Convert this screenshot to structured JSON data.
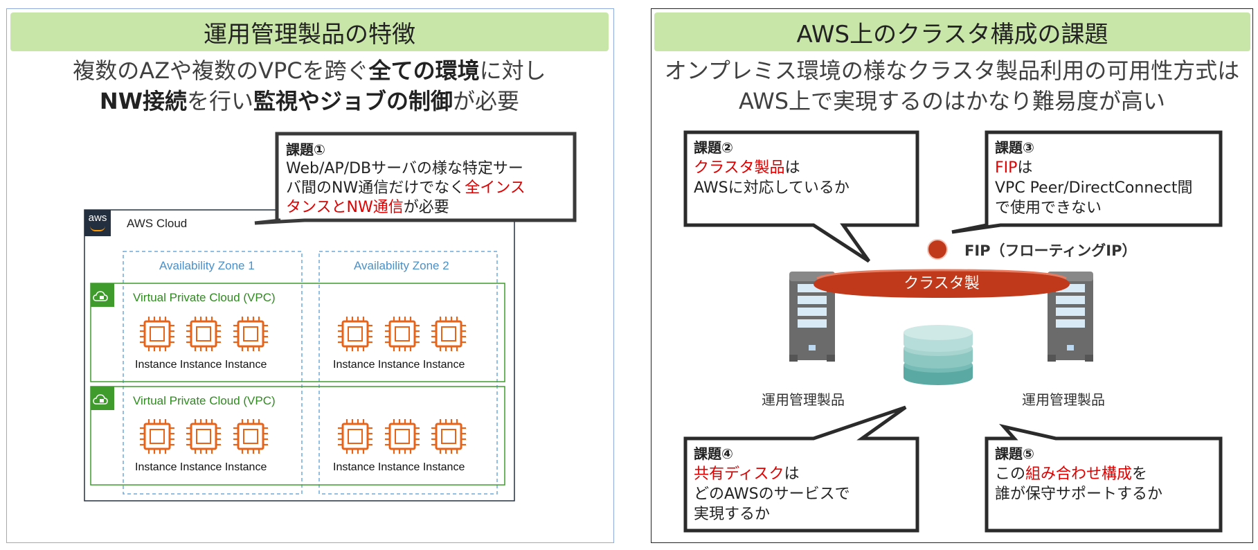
{
  "left": {
    "title": "運用管理製品の特徴",
    "desc": {
      "l1a": "複数のAZや複数のVPCを跨ぐ",
      "l1b": "全ての環境",
      "l1c": "に対し",
      "l2a": "NW接続",
      "l2b": "を行い",
      "l2c": "監視やジョブの制御",
      "l2d": "が必要"
    },
    "callout1": {
      "heading": "課題①",
      "line1": "Web/AP/DBサーバの様な特定サー",
      "line2a": "バ間のNW通信だけでなく",
      "line2b": "全インス",
      "line3a": "タンスとNW通信",
      "line3b": "が必要"
    },
    "aws": {
      "logo": "aws",
      "cloud_label": "AWS Cloud",
      "az1": "Availability Zone 1",
      "az2": "Availability Zone 2",
      "vpc_label": "Virtual Private Cloud (VPC)",
      "instances_label": "Instance Instance Instance"
    }
  },
  "right": {
    "title": "AWS上のクラスタ構成の課題",
    "desc": {
      "l1": "オンプレミス環境の様なクラスタ製品利用の可用性方式は",
      "l2": "AWS上で実現するのはかなり難易度が高い"
    },
    "callout2": {
      "heading": "課題②",
      "l1": "クラスタ製品",
      "l1b": "は",
      "l2": "AWSに対応しているか"
    },
    "callout3": {
      "heading": "課題③",
      "l1": "FIP",
      "l1b": "は",
      "l2": "VPC Peer/DirectConnect間",
      "l3": "で使用できない"
    },
    "callout4": {
      "heading": "課題④",
      "l1": "共有ディスク",
      "l1b": "は",
      "l2": "どのAWSのサービスで",
      "l3": "実現するか"
    },
    "callout5": {
      "heading": "課題⑤",
      "l1a": "この",
      "l1b": "組み合わせ構成",
      "l1c": "を",
      "l2": "誰が保守サポートするか"
    },
    "fip_label": "FIP（フローティングIP）",
    "cluster_label": "クラスタ製品",
    "server_label": "運用管理製品"
  },
  "colors": {
    "title_bg": "#c9e6a9",
    "accent_red": "#e00000",
    "vpc_green": "#2e8b1e",
    "az_blue": "#4a90c8",
    "ec2_orange": "#e8631a",
    "cluster_red": "#c0391b"
  }
}
